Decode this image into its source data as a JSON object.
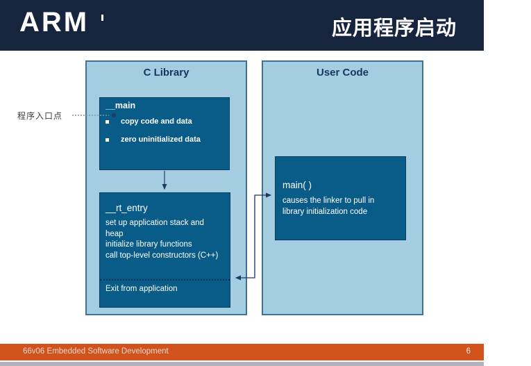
{
  "header": {
    "logo_text": "ARM",
    "title": "应用程序启动"
  },
  "annotations": {
    "entry_point_label": "程序入口点"
  },
  "diagram": {
    "c_library": {
      "title": "C Library",
      "main_box": {
        "title": "__main",
        "bullets": [
          "copy code and data",
          "zero uninitialized data"
        ]
      },
      "rt_entry_box": {
        "title": "__rt_entry",
        "body_lines": [
          "set up application stack and heap",
          "initialize library functions",
          "call top-level constructors (C++)"
        ],
        "exit_label": "Exit from application"
      }
    },
    "user_code": {
      "title": "User Code",
      "main_box": {
        "title": "main( )",
        "description": "causes the linker to pull in library initialization code"
      }
    }
  },
  "footer": {
    "course_label": "66v06 Embedded Software Development",
    "page_number": "6"
  },
  "colors": {
    "header_bg": "#16243D",
    "outer_box_fill": "#A5CDE2",
    "outer_box_border": "#3F7096",
    "inner_box_fill": "#0A5C88",
    "inner_box_border": "#0A3C5F",
    "box_title_text": "#17365D",
    "arrow": "#1F3864",
    "footer_bg": "#D2521C",
    "footer_strip": "#B2B2BB"
  }
}
